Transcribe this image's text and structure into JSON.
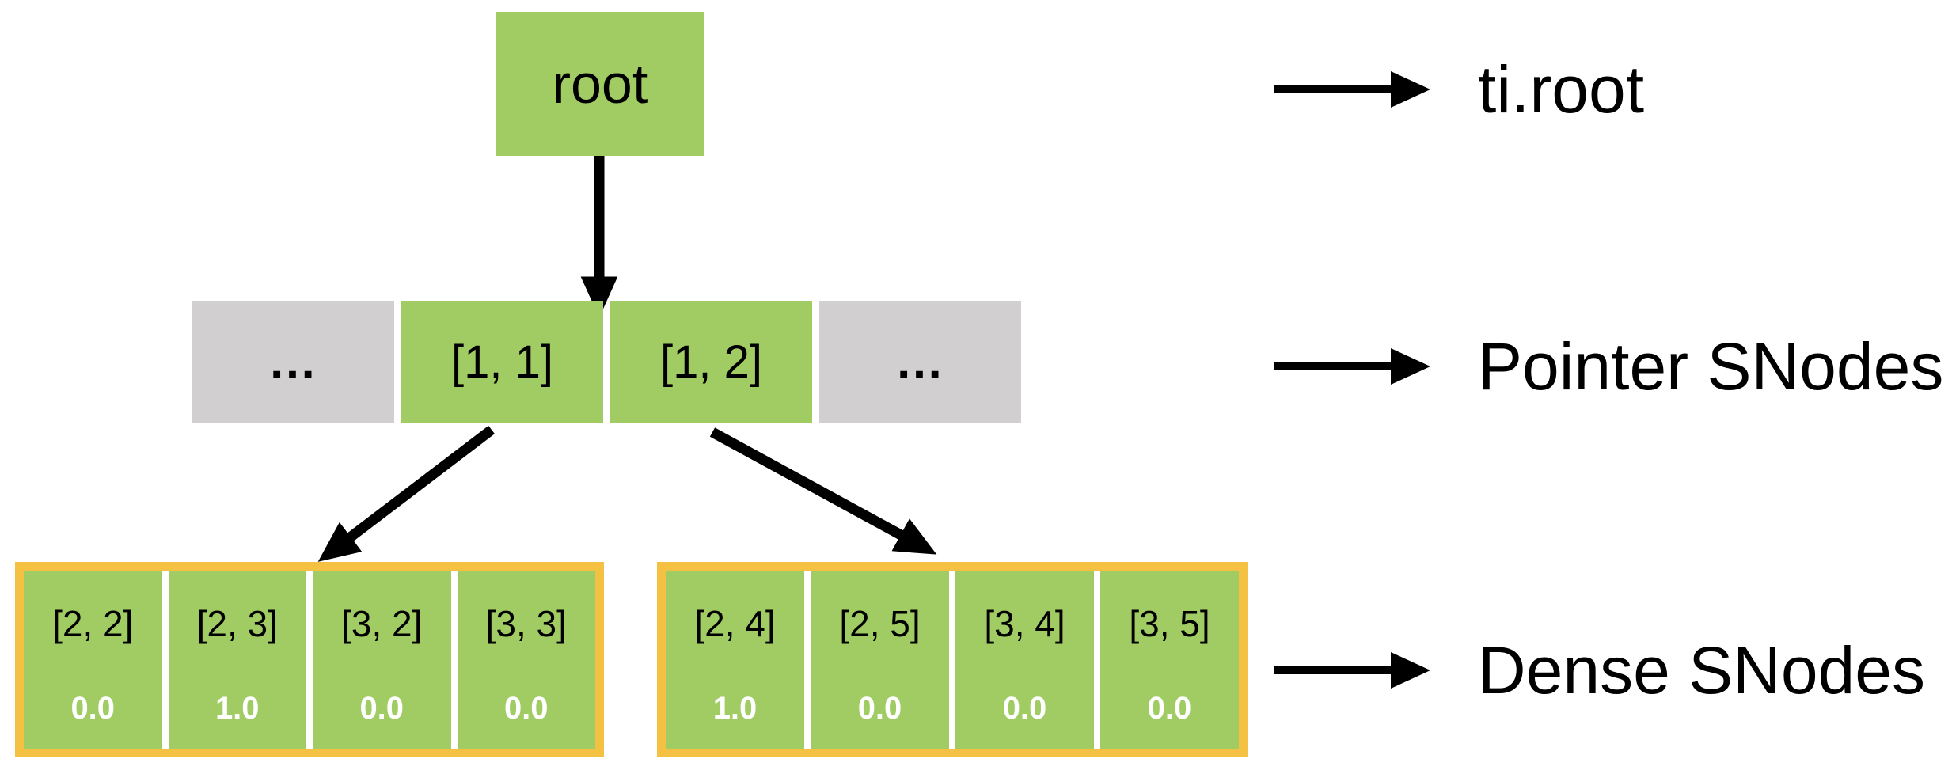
{
  "colors": {
    "green": "#A0CC63",
    "gray": "#D1CFCF",
    "orange": "#F5C142",
    "ink": "#000000",
    "paper": "#FFFFFF"
  },
  "tree": {
    "root": {
      "label": "root"
    },
    "pointer_row": {
      "cells": [
        {
          "label": "…",
          "type": "ellipsis"
        },
        {
          "label": "[1, 1]",
          "type": "pointer"
        },
        {
          "label": "[1, 2]",
          "type": "pointer"
        },
        {
          "label": "…",
          "type": "ellipsis"
        }
      ]
    },
    "dense_blocks": [
      {
        "cells": [
          {
            "coord": "[2, 2]",
            "value": "0.0"
          },
          {
            "coord": "[2, 3]",
            "value": "1.0"
          },
          {
            "coord": "[3, 2]",
            "value": "0.0"
          },
          {
            "coord": "[3, 3]",
            "value": "0.0"
          }
        ]
      },
      {
        "cells": [
          {
            "coord": "[2, 4]",
            "value": "1.0"
          },
          {
            "coord": "[2, 5]",
            "value": "0.0"
          },
          {
            "coord": "[3, 4]",
            "value": "0.0"
          },
          {
            "coord": "[3, 5]",
            "value": "0.0"
          }
        ]
      }
    ]
  },
  "legend": {
    "items": [
      {
        "label": "ti.root"
      },
      {
        "label": "Pointer SNodes"
      },
      {
        "label": "Dense SNodes"
      }
    ]
  }
}
